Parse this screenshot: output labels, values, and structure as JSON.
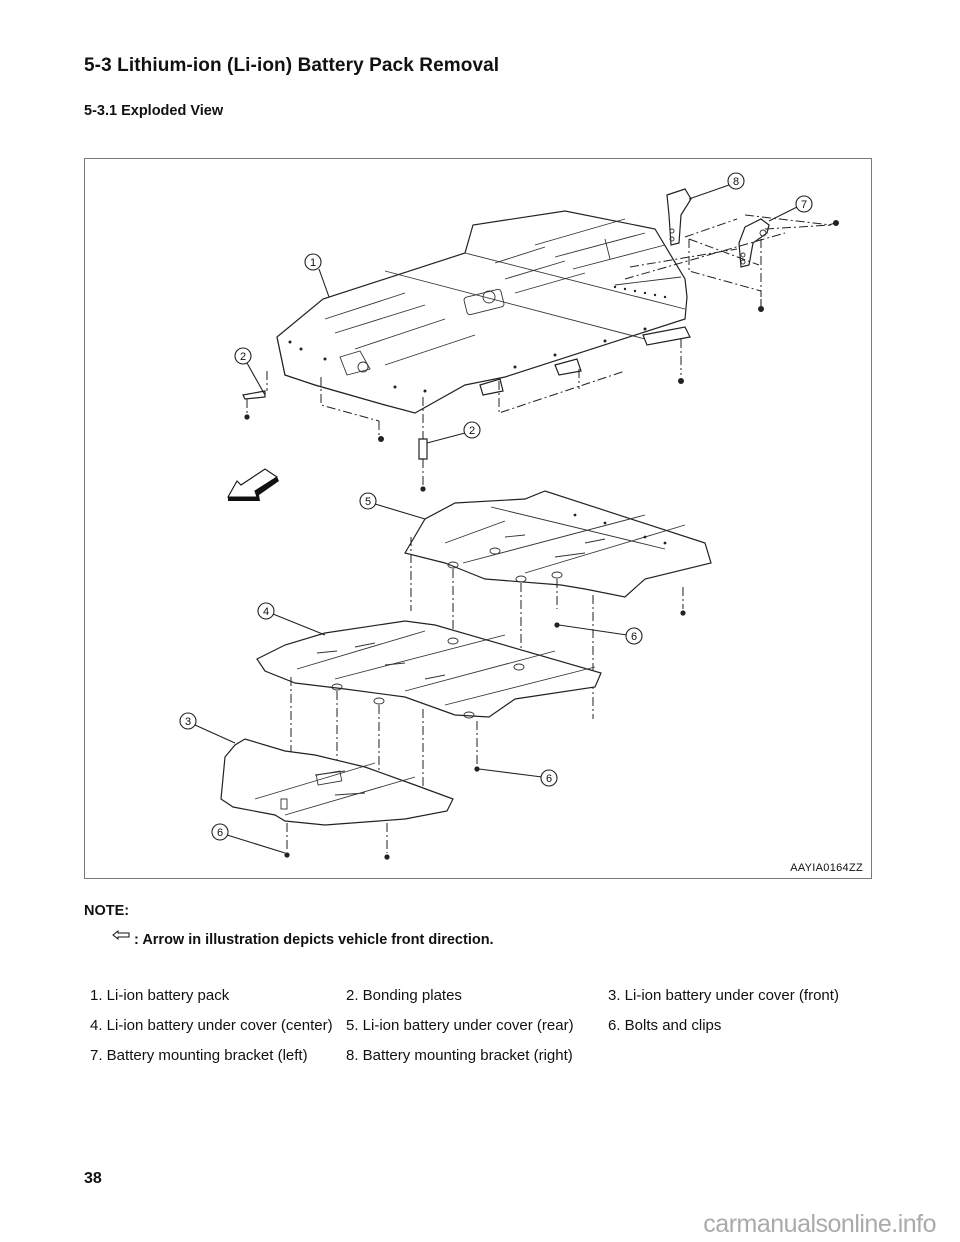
{
  "section": {
    "title": "5-3  Lithium-ion (Li-ion) Battery Pack Removal",
    "subtitle": "5-3.1  Exploded View"
  },
  "figure": {
    "id": "AAYIA0164ZZ",
    "callouts": [
      "1",
      "2",
      "2",
      "3",
      "4",
      "5",
      "6",
      "6",
      "6",
      "7",
      "8"
    ],
    "direction_arrow": "front-direction-arrow-icon"
  },
  "note": {
    "label": "NOTE:",
    "icon": "front-direction-arrow-icon",
    "text": ": Arrow in illustration depicts vehicle front direction."
  },
  "legend": [
    {
      "text": "1. Li-ion battery pack"
    },
    {
      "text": "2. Bonding plates"
    },
    {
      "text": "3. Li-ion battery under cover (front)"
    },
    {
      "text": "4. Li-ion battery under cover (center)"
    },
    {
      "text": "5. Li-ion battery under cover (rear)"
    },
    {
      "text": "6. Bolts and clips"
    },
    {
      "text": "7. Battery mounting bracket (left)"
    },
    {
      "text": "8. Battery mounting bracket (right)"
    }
  ],
  "page_number": "38",
  "watermark": "carmanualsonline.info"
}
